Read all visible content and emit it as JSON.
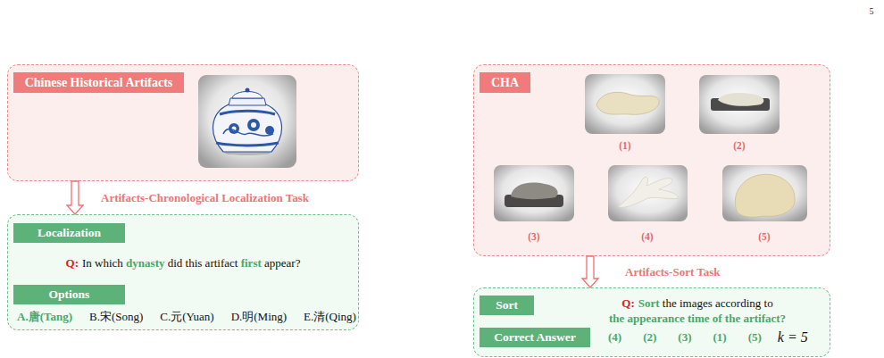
{
  "diagram": {
    "nodes": [
      {
        "text": [
          "Chinese Historical Artifacts"
        ]
      },
      {
        "text": [
          "Q:",
          "In which dynasty did this artifact first appear?",
          "A.唐(Tang)",
          "B.宋(Song)",
          "C.元(Yuan)",
          "D.明(Ming)",
          "E.清(Qing)"
        ]
      },
      {
        "text": [
          "Localization"
        ],
        "in": 1
      },
      {
        "text": [
          "Options"
        ],
        "in": 1
      },
      {
        "text": [
          "CHA"
        ]
      },
      {
        "text": [
          "Q:",
          "Sort the images according to the appearance time of the artifact?",
          "(4)",
          "(2)",
          "(3)",
          "(1)",
          "(5)",
          "k = 5"
        ]
      },
      {
        "text": [
          "Sort"
        ],
        "in": 5
      },
      {
        "text": [
          "Correct Answer"
        ],
        "in": 5
      }
    ],
    "edges": [
      {
        "from": 0,
        "to": 1,
        "arrow": "to",
        "label": "Artifacts-Chronological Localization Task"
      },
      {
        "from": 4,
        "to": 5,
        "arrow": "to",
        "label": "Artifacts-Sort Task"
      }
    ],
    "labels": [
      "5",
      "(1)",
      "(2)",
      "(3)",
      "(4)",
      "(5)"
    ]
  }
}
